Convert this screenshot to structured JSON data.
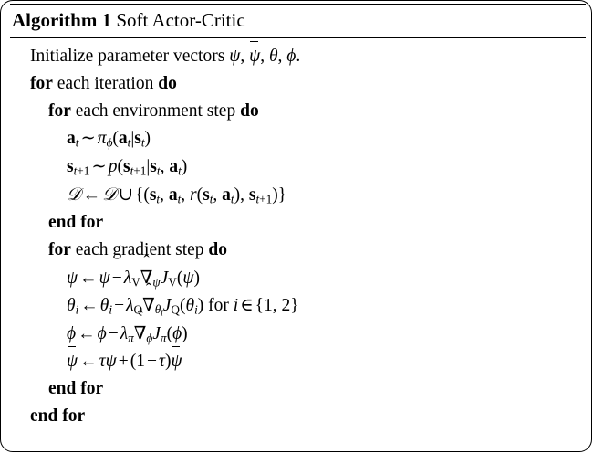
{
  "document": {
    "type": "algorithm-pseudocode-block",
    "caption_keyword": "Algorithm 1",
    "caption_title": "Soft Actor-Critic"
  },
  "keywords": {
    "for": "for",
    "do": "do",
    "end_for": "end for"
  },
  "lines": [
    {
      "id": "init",
      "indent": 0,
      "kind": "statement",
      "text": "Initialize parameter vectors ψ, ψ̄, θ, φ.",
      "parts": {
        "lead": "Initialize parameter vectors",
        "symbols": [
          "ψ",
          "ψ̄",
          "θ",
          "φ"
        ],
        "terminator": "."
      }
    },
    {
      "id": "for-iteration",
      "indent": 0,
      "kind": "loop-open",
      "text": "for each iteration do",
      "parts": {
        "kw_for": "for",
        "middle": "each iteration",
        "kw_do": "do"
      }
    },
    {
      "id": "for-env-step",
      "indent": 1,
      "kind": "loop-open",
      "text": "for each environment step do",
      "parts": {
        "kw_for": "for",
        "middle": "each environment step",
        "kw_do": "do"
      }
    },
    {
      "id": "sample-action",
      "indent": 2,
      "kind": "math",
      "text": "a_t ~ π_φ(a_t|s_t)"
    },
    {
      "id": "sample-next-state",
      "indent": 2,
      "kind": "math",
      "text": "s_{t+1} ~ p(s_{t+1}|s_t, a_t)"
    },
    {
      "id": "replay-buffer-update",
      "indent": 2,
      "kind": "math",
      "text": "D ← D ∪ {(s_t, a_t, r(s_t, a_t), s_{t+1})}"
    },
    {
      "id": "end-for-env-step",
      "indent": 1,
      "kind": "loop-close",
      "text": "end for"
    },
    {
      "id": "for-gradient-step",
      "indent": 1,
      "kind": "loop-open",
      "text": "for each gradient step do",
      "parts": {
        "kw_for": "for",
        "middle": "each gradient step",
        "kw_do": "do"
      }
    },
    {
      "id": "update-psi",
      "indent": 2,
      "kind": "math",
      "text": "ψ ← ψ − λ_V ∇̂_ψ J_V(ψ)"
    },
    {
      "id": "update-theta",
      "indent": 2,
      "kind": "math",
      "text": "θ_i ← θ_i − λ_Q ∇̂_{θ_i} J_Q(θ_i) for i ∈ {1, 2}",
      "parts": {
        "for_word": "for",
        "set": "{1, 2}"
      }
    },
    {
      "id": "update-phi",
      "indent": 2,
      "kind": "math",
      "text": "φ ← φ − λ_π ∇̂_φ J_π(φ)"
    },
    {
      "id": "update-target-psi",
      "indent": 2,
      "kind": "math",
      "text": "ψ̄ ← τψ + (1 − τ)ψ̄"
    },
    {
      "id": "end-for-gradient-step",
      "indent": 1,
      "kind": "loop-close",
      "text": "end for"
    },
    {
      "id": "end-for-iteration",
      "indent": 0,
      "kind": "loop-close",
      "text": "end for"
    }
  ],
  "colors": {
    "text": "#000000",
    "background": "#ffffff",
    "rule": "#000000"
  }
}
